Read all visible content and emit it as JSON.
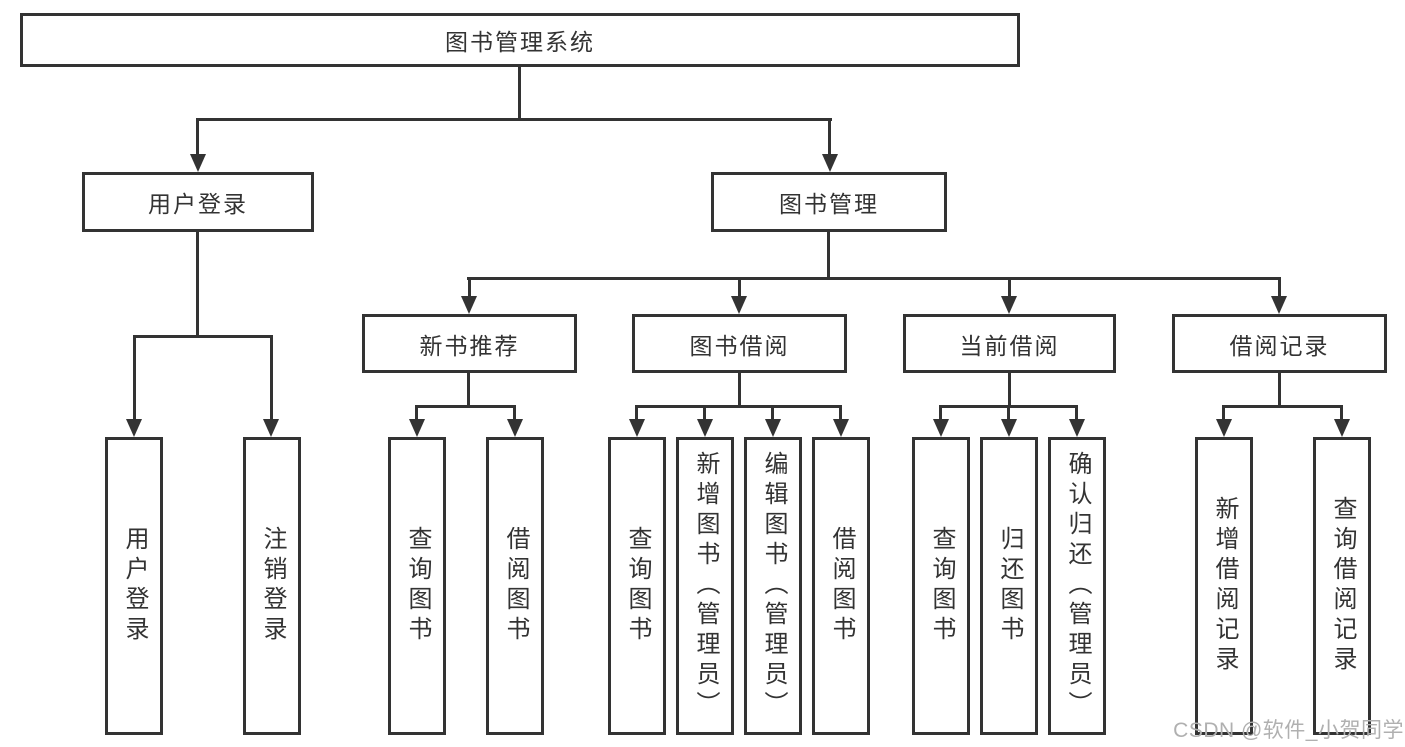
{
  "diagram_title": "图书管理系统",
  "tree": {
    "label": "图书管理系统",
    "children": [
      {
        "label": "用户登录",
        "children": [
          {
            "label": "用户登录"
          },
          {
            "label": "注销登录"
          }
        ]
      },
      {
        "label": "图书管理",
        "children": [
          {
            "label": "新书推荐",
            "children": [
              {
                "label": "查询图书"
              },
              {
                "label": "借阅图书"
              }
            ]
          },
          {
            "label": "图书借阅",
            "children": [
              {
                "label": "查询图书"
              },
              {
                "label": "新增图书（管理员）"
              },
              {
                "label": "编辑图书（管理员）"
              },
              {
                "label": "借阅图书"
              }
            ]
          },
          {
            "label": "当前借阅",
            "children": [
              {
                "label": "查询图书"
              },
              {
                "label": "归还图书"
              },
              {
                "label": "确认归还（管理员）"
              }
            ]
          },
          {
            "label": "借阅记录",
            "children": [
              {
                "label": "新增借阅记录"
              },
              {
                "label": "查询借阅记录"
              }
            ]
          }
        ]
      }
    ]
  },
  "watermark": "CSDN @软件_小贺同学",
  "colors": {
    "line": "#333333",
    "text": "#333333",
    "watermark": "#b0b0b0",
    "background": "#ffffff"
  }
}
